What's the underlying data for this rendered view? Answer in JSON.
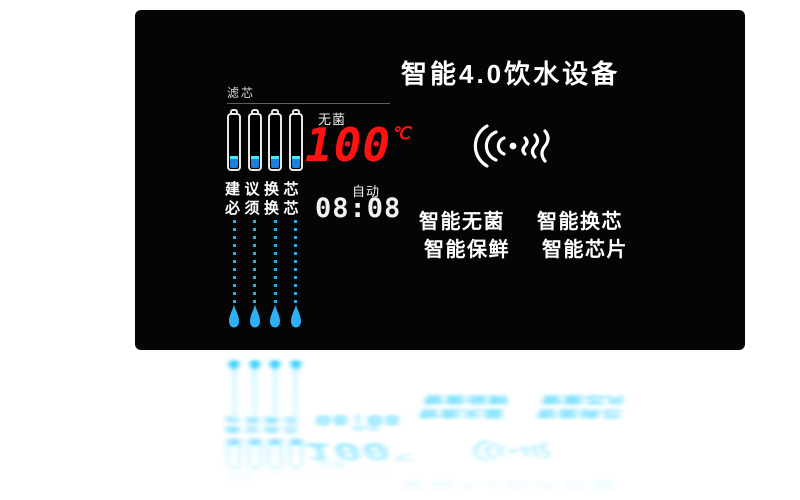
{
  "panel": {
    "title": "智能4.0饮水设备",
    "filters": {
      "label": "滤芯",
      "advice_suggest": "建议换芯",
      "advice_must": "必须换芯"
    },
    "temperature": {
      "label": "无菌",
      "value": "100",
      "unit": "℃"
    },
    "clock": {
      "label": "自动",
      "value": "08:08"
    },
    "features": {
      "row1": [
        "智能无菌",
        "智能换芯"
      ],
      "row2": [
        "智能保鲜",
        "智能芯片"
      ]
    },
    "icons": {
      "signal": "wireless-signal-icon",
      "drop": "water-drop-icon",
      "cartridge": "filter-cartridge-icon"
    },
    "colors": {
      "panel_bg": "#050505",
      "accent_blue": "#2aa8f0",
      "water_blue": "#1c7fe0",
      "temp_red": "#ff1212",
      "text_white": "#ffffff"
    }
  }
}
